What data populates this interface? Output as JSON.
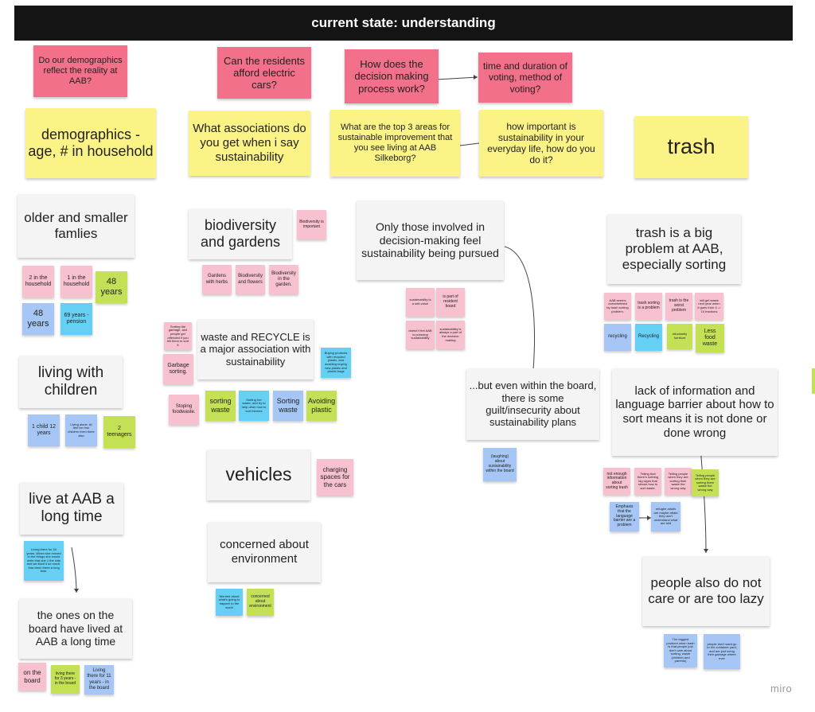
{
  "board": {
    "title": "current state: understanding",
    "watermark": "miro"
  },
  "questions": {
    "demographics_reality": "Do our demographics reflect the reality at AAB?",
    "afford_cars": "Can the residents afford electric cars?",
    "decision_process": "How does the decision making process work?",
    "voting": "time and duration of voting, method of voting?"
  },
  "topics": {
    "demographics": "demographics - age, # in household",
    "associations": "What associations do you get when i say sustainability",
    "top3": "What are the top 3 areas for sustainable improvement that you see living at AAB Silkeborg?",
    "importance": "how important is sustainability in your everyday life, how do you do it?",
    "trash": "trash"
  },
  "col1": {
    "older": "older and smaller famlies",
    "n_2in": "2 in the household",
    "n_1in": "1 in the household",
    "n_48a": "48 years",
    "n_48b": "48 years",
    "n_69": "69 years - pension",
    "children": "living with children",
    "n_1child": "1 child 12 years",
    "n_living_alone": "Living alone. At first her two children lived there also",
    "n_2teen": "2 teenagers",
    "longtime": "live at AAB a long time",
    "n_long_note": "Living there for 30 years. When she moved in the things she would write that she 1 the kids and we liked it so much. Has been there a long time.",
    "board_long": "the ones on the board have lived at AAB a long time",
    "n_on_board": "on the board",
    "n_3years": "living there for 3 years - in the board",
    "n_11years": "Living there for 11 years - in the board"
  },
  "col2": {
    "biodiversity": "biodiversity and gardens",
    "n_bio_important": "Biodiversity is important",
    "n_gardens_herbs": "Gardens with herbs",
    "n_bio_flowers": "Biodiversity and flowers",
    "n_bio_garden": "Biodiversity in the garden.",
    "waste": "waste and RECYCLE is a major association with sustainability",
    "n_sorting_garbage": "Sorting the garbage, and people get offended if you tell them to sort it",
    "n_garbage_sorting": "Garbage sorting.",
    "n_buying_products": "Buying products with recycled plastic, and avoiding buying new plastic and plastic bags",
    "n_stoping": "Stoping foodwaste.",
    "n_sorting_waste_g": "sorting waste",
    "n_sorting_his": "Sorting her waste, and try to help other how to sort themes",
    "n_sorting_waste_b": "Sorting waste",
    "n_avoiding": "Avoiding plastic",
    "vehicles": "vehicles",
    "n_charging": "charging spaces for the cars",
    "environment": "concerned about environment",
    "n_worried": "Worried about what's going to happen to the world",
    "n_concerned": "concerned about environment"
  },
  "col3": {
    "only_those": "Only those involved in decision-making feel sustainability being pursued",
    "n_selfvalue": "sustainability is a self-value",
    "n_resident_board": "is part of resident board",
    "n_doesnt_feel": "doesn't feel AAB is pursuing sustainability",
    "n_always_part": "sustainability is always a part of the decision making",
    "but_board": "...but even within the board, there is some guilt/insecurity about sustainability plans",
    "n_laughing": "(laughing) about sustainability within the board"
  },
  "col4": {
    "trash_problem": "trash is a big problem at AAB, especially sorting",
    "n_aab_seems": "AAB seems overwhelmed by trash sorting problem.",
    "n_trash_sorting": "trash sorting is a problem",
    "n_trash_worst": "trash is the worst problem",
    "n_will_get": "will get waste next year when it goes from 4 -> 10 fractions",
    "n_recycling_b": "recycling",
    "n_recycling_c": "Recycling",
    "n_reluctantly": "reluctantly furniture",
    "n_less_food": "Less food waste",
    "lack_info": "lack of information and language barrier about how to sort means it is not done or done wrong",
    "n_not_enough": "not enough information about sorting trash",
    "n_telling_signs": "Telling that there's nothing big signs that shows how to sort waste.",
    "n_telling_wrong": "Telling people when they are sorting their waste the wrong way",
    "n_telling_green": "Telling people when they are sorting there waste the wrong way",
    "n_emphasis": "Emphasis that the language barrier are a problem",
    "n_refugee": "refugee adults are maybe afraid they don't understand what are told",
    "lazy": "people also do not care or are too lazy",
    "n_biggest": "The biggest problem when trash is that people just don't care about sorting, waste (children and parents)",
    "n_dont_want": "people don't want go to the container yard, and are just luring their garbage where ever"
  }
}
